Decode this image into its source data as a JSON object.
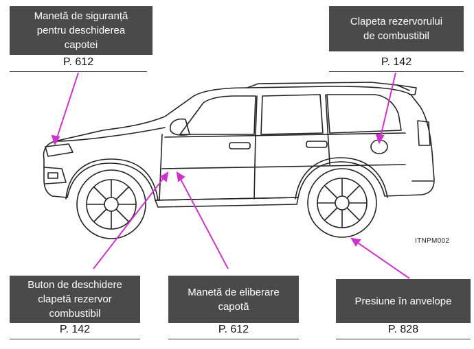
{
  "figure_code": "ITNPM002",
  "colors": {
    "label_bg": "#4a4a4a",
    "label_text": "#ffffff",
    "callout_line": "#cc33cc",
    "line_art": "#222222"
  },
  "callouts": [
    {
      "id": "hood-safety-lever",
      "text": "Manetă de siguranță\npentru deschiderea\ncapotei",
      "page": "P. 612"
    },
    {
      "id": "fuel-door",
      "text": "Clapeta rezervorului\nde combustibil",
      "page": "P. 142"
    },
    {
      "id": "fuel-door-button",
      "text": "Buton de deschidere\nclapetă rezervor\ncombustibil",
      "page": "P. 142"
    },
    {
      "id": "hood-release-lever",
      "text": "Manetă de eliberare\ncapotă",
      "page": "P. 612"
    },
    {
      "id": "tire-pressure",
      "text": "Presiune în anvelope",
      "page": "P. 828"
    }
  ]
}
